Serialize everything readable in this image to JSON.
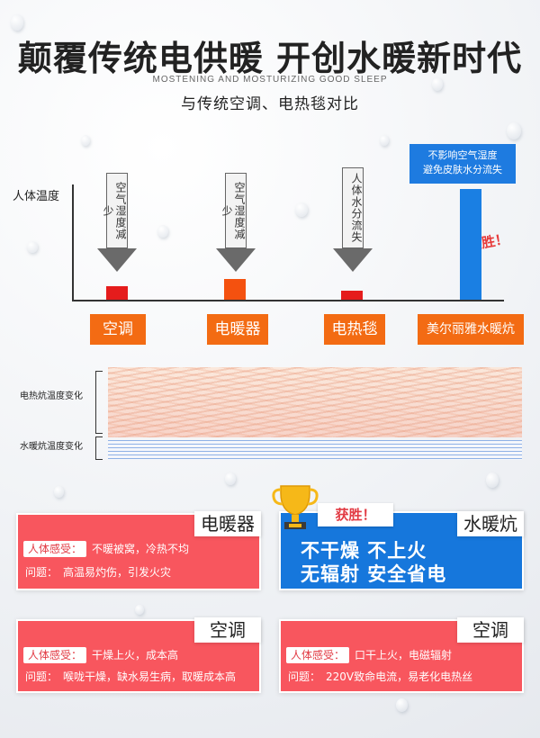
{
  "header": {
    "title": "颠覆传统电供暖 开创水暖新时代",
    "subtitle_en": "MOSTENING AND MOSTURIZING GOOD SLEEP",
    "subtitle_cn": "与传统空调、电热毯对比"
  },
  "chart": {
    "ylabel": "人体温度",
    "notes": [
      "空气湿度减少",
      "空气湿度减少",
      "人体水分流失"
    ],
    "blue_note_line1": "不影响空气湿度",
    "blue_note_line2": "避免皮肤水分流失",
    "win_label": "获胜！",
    "categories": [
      "空调",
      "电暖器",
      "电热毯",
      "美尔丽雅水暖炕"
    ]
  },
  "chart_data": {
    "type": "bar",
    "categories": [
      "空调",
      "电暖器",
      "电热毯",
      "美尔丽雅水暖炕"
    ],
    "values": [
      1.2,
      1.8,
      0.8,
      9.8
    ],
    "ylabel": "人体温度",
    "bar_colors": [
      "#e51c1c",
      "#f4510f",
      "#e51c1c",
      "#1a7fe3"
    ]
  },
  "temp_compare": {
    "label_1": "电热炕温度变化",
    "label_2": "水暖炕温度变化"
  },
  "panels": {
    "heater": {
      "title": "电暖器",
      "tag1": "人体感受：",
      "text1": "不暖被窝，冷热不均",
      "tag2": "问题：",
      "text2": "高温易灼伤，引发火灾"
    },
    "water": {
      "title": "水暖炕",
      "line1": "不干燥 不上火",
      "line2": "无辐射 安全省电",
      "win": "获胜！"
    },
    "ac": {
      "title": "空调",
      "tag1": "人体感受：",
      "text1": "干燥上火，成本高",
      "tag2": "问题：",
      "text2": "喉咙干燥，缺水易生病，取暖成本高"
    },
    "blanket": {
      "title": "空调",
      "tag1": "人体感受：",
      "text1": "口干上火，电磁辐射",
      "tag2": "问题：",
      "text2": "220V致命电流，易老化电热丝"
    }
  },
  "icons": {
    "trophy": "trophy-icon"
  },
  "colors": {
    "orange": "#f36b13",
    "blue": "#1677dc",
    "red_panel": "#f8565e",
    "win_red": "#e63a3a"
  }
}
